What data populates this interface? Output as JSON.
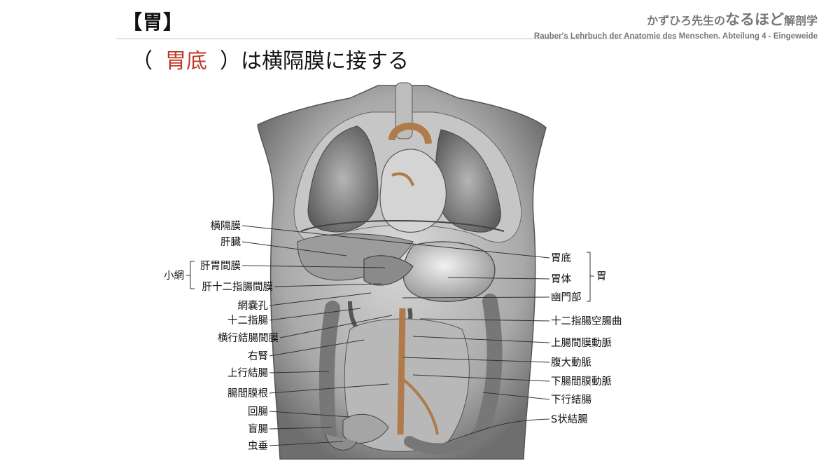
{
  "header": {
    "title": "【胃】",
    "brand_small": "かずひろ先生の",
    "brand_big": "なるほど",
    "brand_tail": "解剖学",
    "source": "Rauber's Lehrbuch der Anatomie des Menschen. Abteilung 4 - Eingeweide"
  },
  "question": {
    "open": "（",
    "answer": "胃底",
    "close": "）",
    "text": "は横隔膜に接する"
  },
  "labels_left": {
    "oumakumaku": "横隔膜",
    "kanzou": "肝臓",
    "shoumou": "小網",
    "kanimakanmaku": "肝胃間膜",
    "kanjuunishichoukanmaku": "肝十二指腸間膜",
    "mounoukou": "網嚢孔",
    "juunishichou": "十二指腸",
    "oukoukecchoukanmaku": "横行結腸間膜",
    "migijin": "右腎",
    "joukoukecchou": "上行結腸",
    "choukanmakukon": "腸間膜根",
    "kaichou": "回腸",
    "mouchou": "盲腸",
    "chuusui": "虫垂"
  },
  "labels_right": {
    "itei": "胃底",
    "itai": "胃体",
    "yuumonbu": "幽門部",
    "i": "胃",
    "juunishichoukuuchoukyoku": "十二指腸空腸曲",
    "jouchoukanmakudoumyaku": "上腸間膜動脈",
    "fukudaidoumyaku": "腹大動脈",
    "kachoukanmakudoumyaku": "下腸間膜動脈",
    "kakoukecchou": "下行結腸",
    "sjoukecchou": "S状結腸"
  }
}
